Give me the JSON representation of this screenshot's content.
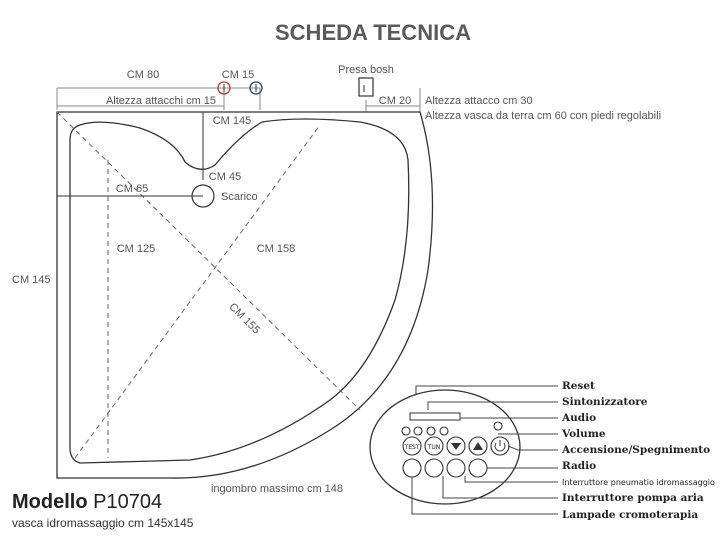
{
  "title": "SCHEDA TECNICA",
  "dimensions": {
    "cm80": "CM 80",
    "cm15": "CM 15",
    "altezza_attacchi": "Altezza attacchi cm 15",
    "presa": "Presa bosh",
    "cm20": "CM 20",
    "altezza_attacco": "Altezza attacco cm 30",
    "altezza_vasca": "Altezza vasca da terra cm 60 con piedi regolabili",
    "cm145_top": "CM 145",
    "cm45": "CM 45",
    "cm65": "CM 65",
    "scarico": "Scarico",
    "cm125": "CM 125",
    "cm158": "CM 158",
    "cm155": "CM 155",
    "cm145_left": "CM 145",
    "ingombro": "ingombro massimo cm 148"
  },
  "controls": {
    "labels": [
      "Reset",
      "Sintonizzatore",
      "Audio",
      "Volume",
      "Accensione/Spegnimento",
      "Radio",
      "Interruttore pneumatio idromassaggio",
      "Interruttore pompa aria",
      "Lampade cromoterapia"
    ],
    "buttons": {
      "test": "TEST",
      "tun": "TUN"
    },
    "indicator_colors": {
      "red": "#c0392b",
      "blue": "#2c3e9e"
    }
  },
  "model": {
    "name_bold": "Modello",
    "code": "P10704",
    "description": "vasca idromassaggio cm 145x145"
  }
}
